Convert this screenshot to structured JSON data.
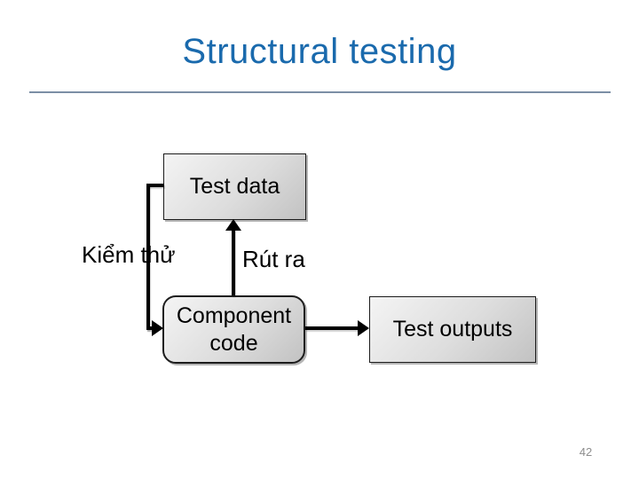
{
  "slide": {
    "title": "Structural testing",
    "page_number": "42"
  },
  "diagram": {
    "nodes": {
      "test_data": {
        "label": "Test data"
      },
      "component_code": {
        "label": "Component code"
      },
      "test_outputs": {
        "label": "Test outputs"
      }
    },
    "edge_labels": {
      "kiem_thu": {
        "text": "Kiểm thử"
      },
      "rut_ra": {
        "text": "Rút ra"
      }
    },
    "edges": [
      {
        "from": "test_data",
        "to": "component_code",
        "label": "Kiểm thử",
        "shape": "elbow-left"
      },
      {
        "from": "component_code",
        "to": "test_data",
        "label": "Rút ra",
        "shape": "vertical-up"
      },
      {
        "from": "component_code",
        "to": "test_outputs",
        "label": "",
        "shape": "horizontal-right"
      }
    ]
  },
  "colors": {
    "title": "#1A6AAD",
    "divider": "#7B8FA5",
    "box_fill_light": "#F4F4F4",
    "box_fill_dark": "#C2C2C2",
    "box_border": "#1C1C1C",
    "connector": "#000000",
    "page_number": "#8E8E8E"
  }
}
